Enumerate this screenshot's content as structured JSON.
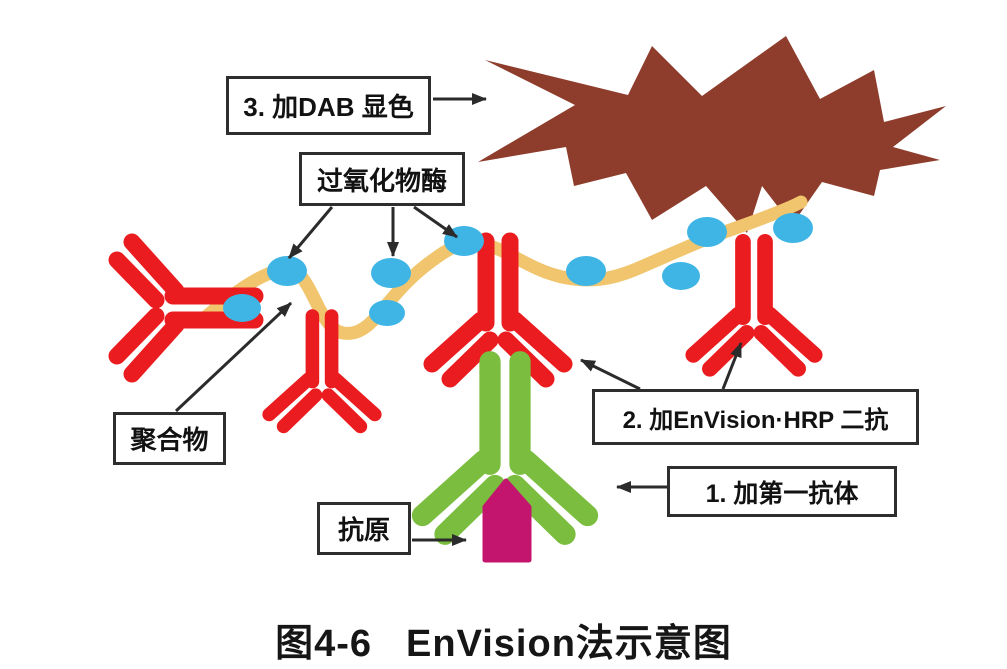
{
  "figure_caption": {
    "number": "图4-6",
    "title": "EnVision法示意图"
  },
  "labels": {
    "step3_dab": "3. 加DAB 显色",
    "peroxidase": "过氧化物酶",
    "polymer": "聚合物",
    "step2_secondary_antibody": "2. 加EnVision·HRP 二抗",
    "step1_primary_antibody": "1. 加第一抗体",
    "antigen": "抗原"
  },
  "colors": {
    "dab_burst": "#8E3C2B",
    "secondary_antibody": "#EB1C1F",
    "primary_antibody": "#7ABD3F",
    "antigen": "#C3156E",
    "peroxidase_enzyme": "#3FB5E5",
    "polymer_backbone": "#F0C56D",
    "arrow": "#2B2B2B"
  },
  "diagram_elements": [
    "dab-color-burst",
    "peroxidase-enzyme-dots",
    "polymer-backbone",
    "secondary-antibody-red",
    "primary-antibody-green",
    "antigen-magenta"
  ]
}
